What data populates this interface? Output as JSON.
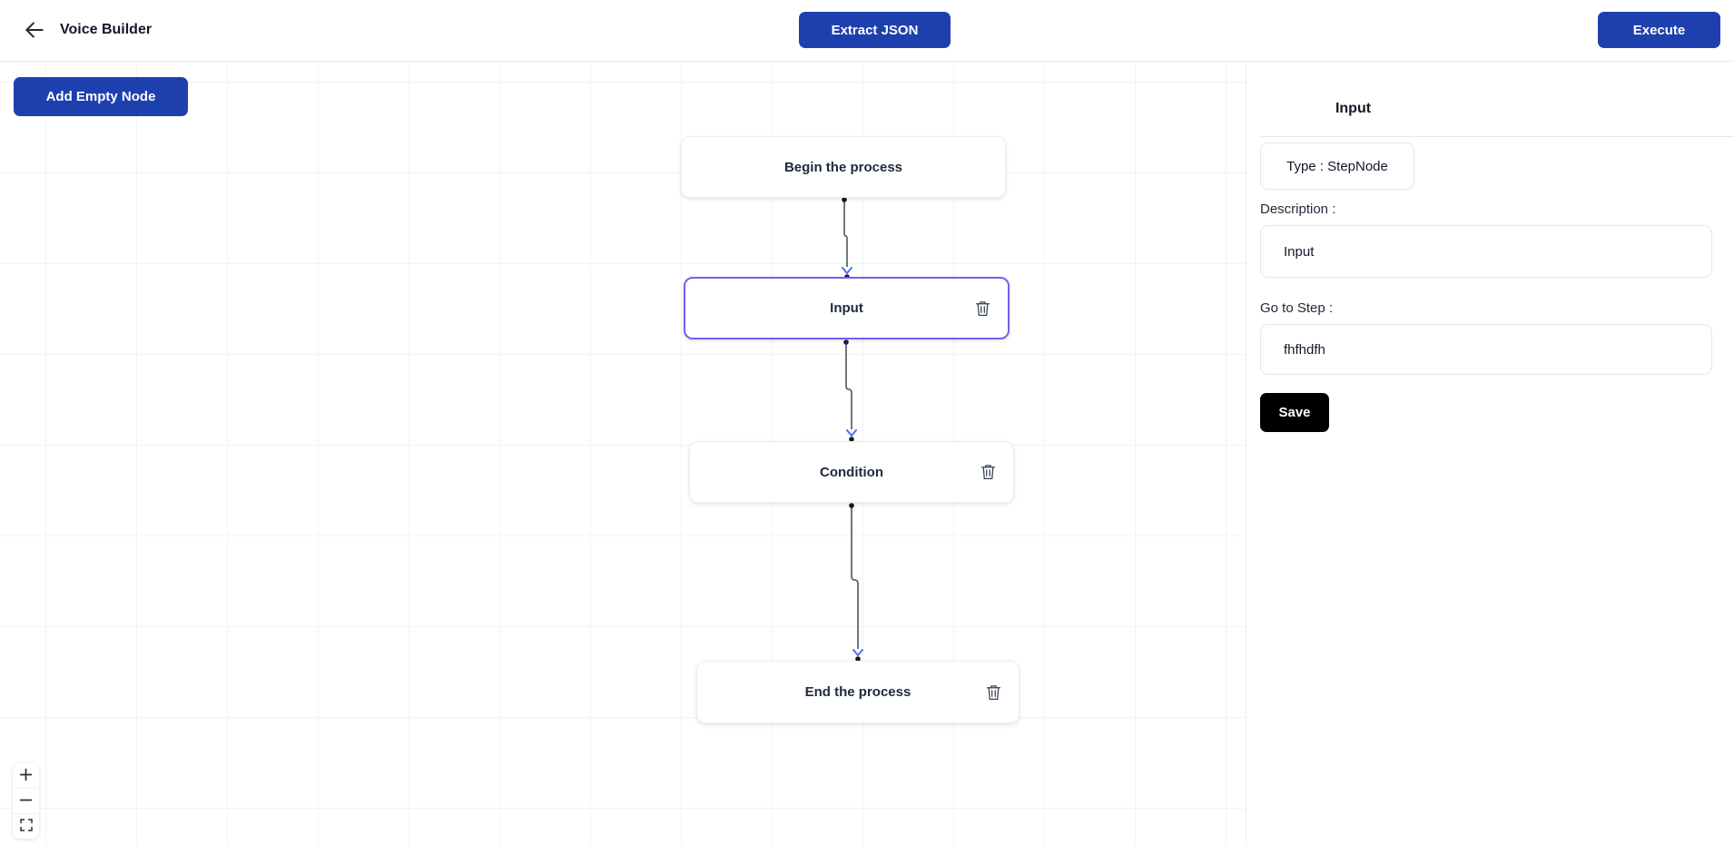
{
  "header": {
    "title": "Voice Builder",
    "extract_json_label": "Extract JSON",
    "execute_label": "Execute"
  },
  "toolbar": {
    "add_empty_node_label": "Add Empty Node"
  },
  "canvas": {
    "nodes": [
      {
        "id": "begin",
        "label": "Begin the process",
        "deletable": false,
        "selected": false
      },
      {
        "id": "input",
        "label": "Input",
        "deletable": true,
        "selected": true
      },
      {
        "id": "condition",
        "label": "Condition",
        "deletable": true,
        "selected": false
      },
      {
        "id": "end",
        "label": "End the process",
        "deletable": true,
        "selected": false
      }
    ],
    "edges": [
      {
        "from": "begin",
        "to": "input"
      },
      {
        "from": "input",
        "to": "condition"
      },
      {
        "from": "condition",
        "to": "end"
      }
    ],
    "zoom_controls": {
      "zoom_in": "plus-icon",
      "zoom_out": "minus-icon",
      "fit_view": "fit-view-icon"
    }
  },
  "panel": {
    "title": "Input",
    "type_label": "Type : StepNode",
    "description_label": "Description :",
    "description_value": "Input",
    "goto_label": "Go to Step :",
    "goto_value": "fhfhdfh",
    "save_label": "Save"
  },
  "icons": {
    "back": "arrow-left-icon",
    "delete": "trash-icon"
  },
  "colors": {
    "primary_button": "#1e40af",
    "selected_node_border": "#7c5cf0",
    "edge_line": "#4b5563",
    "edge_arrow": "#4d6ef5",
    "save_button": "#000000"
  }
}
